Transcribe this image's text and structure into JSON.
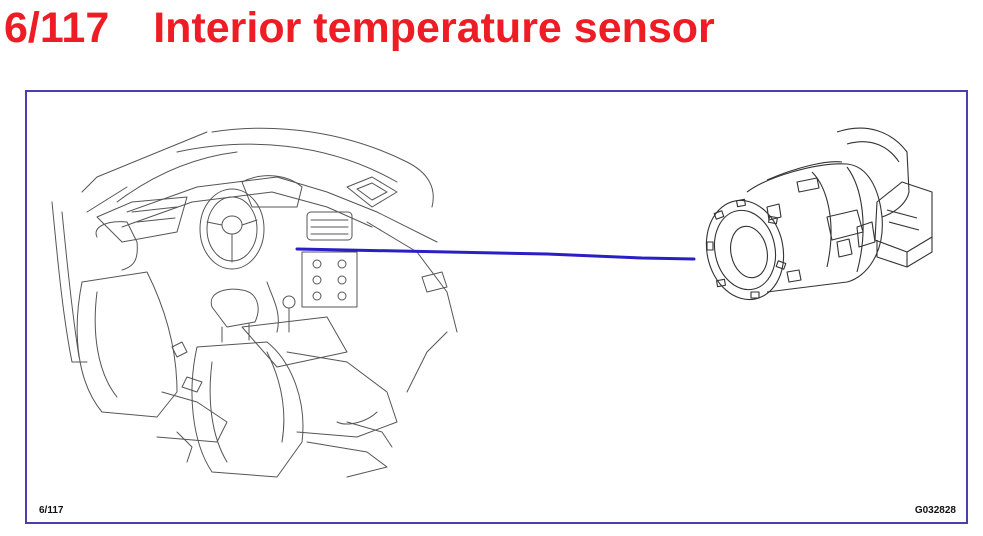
{
  "title": {
    "code": "6/117",
    "text": "Interior temperature sensor"
  },
  "figure": {
    "page_ref": "6/117",
    "figure_id": "G032828"
  },
  "colors": {
    "title": "#ee1c24",
    "frame": "#4b3fb0",
    "leader_line": "#2a1fc4",
    "drawing": "#555555"
  }
}
